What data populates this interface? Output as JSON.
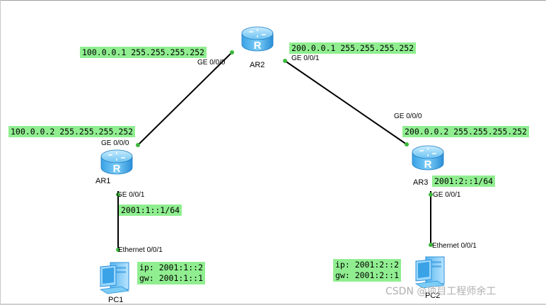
{
  "devices": {
    "ar2": {
      "label": "AR2"
    },
    "ar1": {
      "label": "AR1"
    },
    "ar3": {
      "label": "AR3"
    },
    "pc1": {
      "label": "PC1"
    },
    "pc2": {
      "label": "PC2"
    }
  },
  "ports": {
    "ar2_ge000": "GE 0/0/0",
    "ar2_ge001": "GE 0/0/1",
    "ar1_ge000": "GE 0/0/0",
    "ar1_ge001": "GE 0/0/1",
    "ar3_ge000": "GE 0/0/0",
    "ar3_ge001": "GE 0/0/1",
    "pc1_eth": "Ethernet 0/0/1",
    "pc2_eth": "Ethernet 0/0/1"
  },
  "notes": {
    "ar2_left": "100.0.0.1 255.255.255.252",
    "ar2_right": "200.0.0.1 255.255.255.252",
    "ar1_top": "100.0.0.2 255.255.255.252",
    "ar3_top": "200.0.0.2 255.255.255.252",
    "ar1_v6": "2001:1::1/64",
    "ar3_v6": "2001:2::1/64",
    "pc1_ip": "ip: 2001:1::2",
    "pc1_gw": "gw: 2001:1::1",
    "pc2_ip": "ip: 2001:2::2",
    "pc2_gw": "gw: 2001:2::1"
  },
  "watermark": "CSDN @项目工程师余工",
  "colors": {
    "note_bg": "#90ee90",
    "link": "#000000",
    "port_dot": "#3cb83c",
    "router_blue": "#2a8fd8"
  },
  "icons": {
    "router": "router-icon",
    "pc": "pc-icon"
  }
}
